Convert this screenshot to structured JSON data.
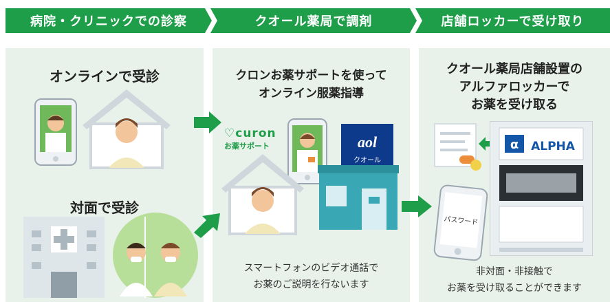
{
  "headers": {
    "step1": "病院・クリニックでの診察",
    "step2": "クオール薬局で調剤",
    "step3": "店舗ロッカーで受け取り"
  },
  "panel1": {
    "online_title": "オンラインで受診",
    "inperson_title": "対面で受診"
  },
  "panel2": {
    "title_line1": "クロンお薬サポートを使って",
    "title_line2": "オンライン服薬指導",
    "curon_logo": "curon",
    "curon_sub": "お薬サポート",
    "qol_logo_text": "クオール",
    "caption_line1": "スマートフォンのビデオ通話で",
    "caption_line2": "お薬のご説明を行ないます"
  },
  "panel3": {
    "title_line1": "クオール薬局店舗設置の",
    "title_line2": "アルファロッカーで",
    "title_line3": "お薬を受け取る",
    "password_label": "パスワード",
    "alpha_logo": "ALPHA",
    "caption_line1": "非対面・非接触で",
    "caption_line2": "お薬を受け取ることができます"
  },
  "colors": {
    "brand_green": "#1f9e4a",
    "panel_bg": "#e8f1ea",
    "qol_blue": "#0e3a8c",
    "alpha_blue": "#1457a8"
  }
}
